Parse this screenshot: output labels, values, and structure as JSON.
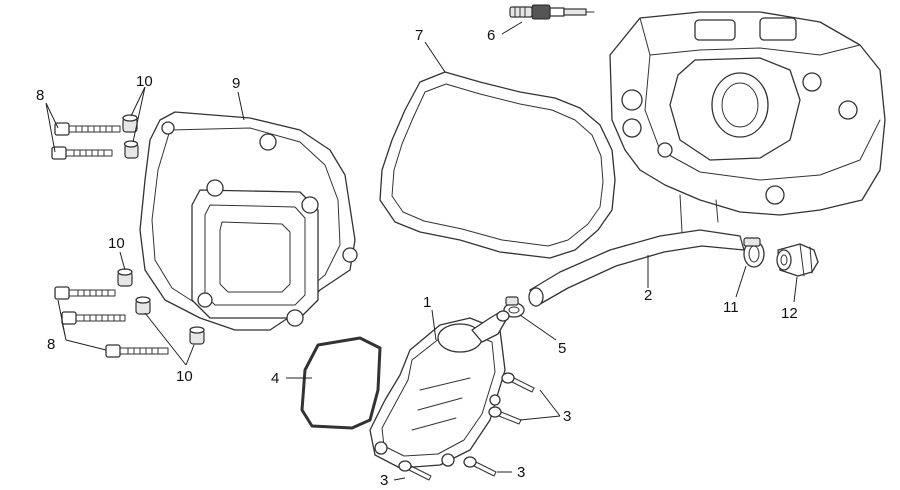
{
  "callouts": [
    {
      "id": "1",
      "label": "1"
    },
    {
      "id": "2",
      "label": "2"
    },
    {
      "id": "3a",
      "label": "3"
    },
    {
      "id": "3b",
      "label": "3"
    },
    {
      "id": "3c",
      "label": "3"
    },
    {
      "id": "4",
      "label": "4"
    },
    {
      "id": "5",
      "label": "5"
    },
    {
      "id": "6",
      "label": "6"
    },
    {
      "id": "7",
      "label": "7"
    },
    {
      "id": "8a",
      "label": "8"
    },
    {
      "id": "8b",
      "label": "8"
    },
    {
      "id": "9",
      "label": "9"
    },
    {
      "id": "10a",
      "label": "10"
    },
    {
      "id": "10b",
      "label": "10"
    },
    {
      "id": "10c",
      "label": "10"
    },
    {
      "id": "11",
      "label": "11"
    },
    {
      "id": "12",
      "label": "12"
    }
  ]
}
